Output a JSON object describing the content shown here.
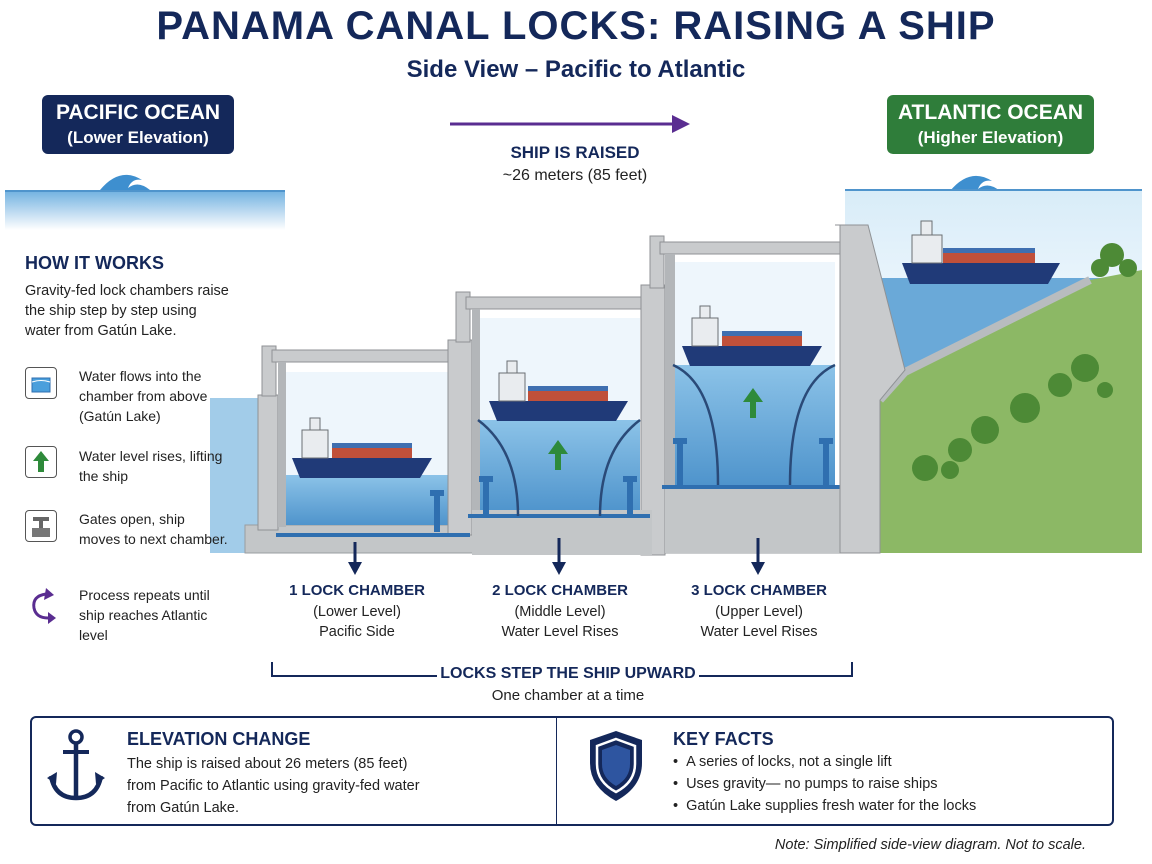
{
  "header": {
    "title": "PANAMA CANAL LOCKS: RAISING A SHIP",
    "subtitle": "Side View – Pacific to Atlantic"
  },
  "pacific": {
    "name": "PACIFIC OCEAN",
    "elevation": "(Lower Elevation)"
  },
  "atlantic": {
    "name": "ATLANTIC OCEAN",
    "elevation": "(Higher Elevation)"
  },
  "raise": {
    "title": "SHIP IS RAISED",
    "amount": "~26 meters (85 feet)"
  },
  "how": {
    "title": "HOW IT WORKS",
    "text": "Gravity-fed lock chambers raise the ship step by step using water from Gatún Lake.",
    "steps": [
      {
        "icon": "water-tank-icon",
        "text": "Water flows into the chamber from above (Gatún Lake)"
      },
      {
        "icon": "up-arrow-icon",
        "text": "Water level rises, lifting the ship"
      },
      {
        "icon": "valve-icon",
        "text": "Gates open, ship moves to next chamber."
      },
      {
        "icon": "repeat-arrow-icon",
        "text": "Process repeats until ship reaches Atlantic level"
      }
    ]
  },
  "chambers": [
    {
      "title": "1 LOCK CHAMBER",
      "level": "(Lower Level)",
      "note": "Pacific Side"
    },
    {
      "title": "2 LOCK CHAMBER",
      "level": "(Middle Level)",
      "note": "Water Level Rises"
    },
    {
      "title": "3 LOCK CHAMBER",
      "level": "(Upper Level)",
      "note": "Water Level Rises"
    }
  ],
  "steps_banner": {
    "title": "LOCKS STEP THE SHIP UPWARD",
    "subtitle": "One chamber at a time"
  },
  "elevation": {
    "title": "ELEVATION CHANGE",
    "text": "The ship is raised about 26 meters (85 feet) from Pacific to Atlantic using gravity-fed water from Gatún Lake."
  },
  "facts": {
    "title": "KEY FACTS",
    "items": [
      "A series of locks, not a single lift",
      "Uses gravity— no pumps to raise ships",
      "Gatún Lake supplies fresh water for the locks"
    ]
  },
  "note": "Note: Simplified side-view diagram. Not to scale.",
  "colors": {
    "navy": "#14285a",
    "green": "#2f7d3a",
    "water": "#a9d2ee",
    "concrete": "#c9cbcd",
    "purple": "#5a2d91"
  }
}
